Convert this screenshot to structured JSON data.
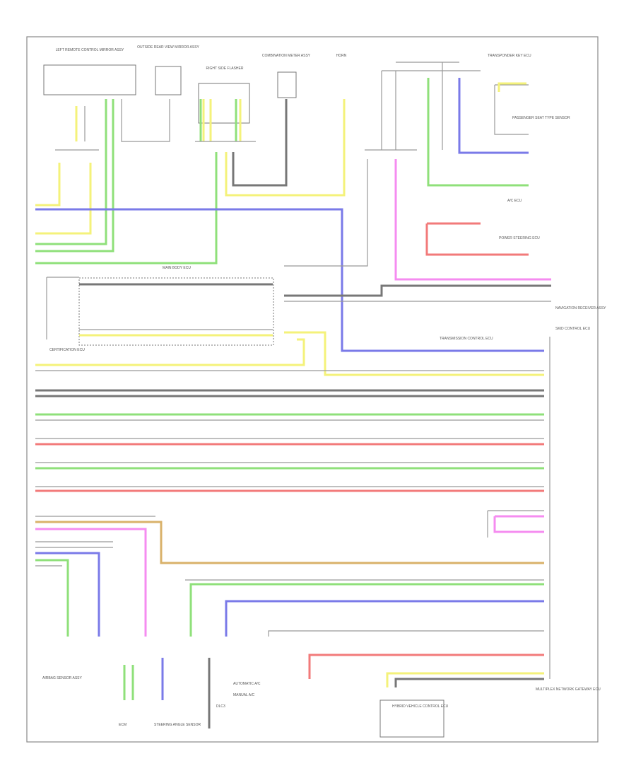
{
  "diagram": {
    "colors": {
      "yellow": "#f4f27a",
      "green": "#8fe07a",
      "blue": "#7a7ae8",
      "pink": "#f58cf0",
      "red": "#f27a7a",
      "tan": "#d9b26a",
      "gray": "#9a9a9a",
      "black": "#6f6f6f"
    },
    "components": [
      "LEFT REMOTE CONTROL MIRROR ASSY",
      "OUTSIDE REAR VIEW MIRROR ASSY",
      "RIGHT SIDE FLASHER",
      "COMBINATION METER ASSY",
      "HORN",
      "TRANSPONDER KEY ECU",
      "PASSENGER SEAT TYPE SENSOR",
      "A/C ECU",
      "POWER STEERING ECU",
      "NAVIGATION RECEIVER ASSY",
      "SKID CONTROL ECU",
      "TRANSMISSION CONTROL ECU",
      "MAIN BODY ECU",
      "CERTIFICATION ECU",
      "MULTIPLEX NETWORK GATEWAY ECU",
      "AIRBAG SENSOR ASSY",
      "ECM",
      "STEERING ANGLE SENSOR"
    ],
    "labels": [
      "AUTOMATIC A/C",
      "MANUAL A/C",
      "DLC3",
      "HYBRID VEHICLE CONTROL ECU"
    ]
  }
}
